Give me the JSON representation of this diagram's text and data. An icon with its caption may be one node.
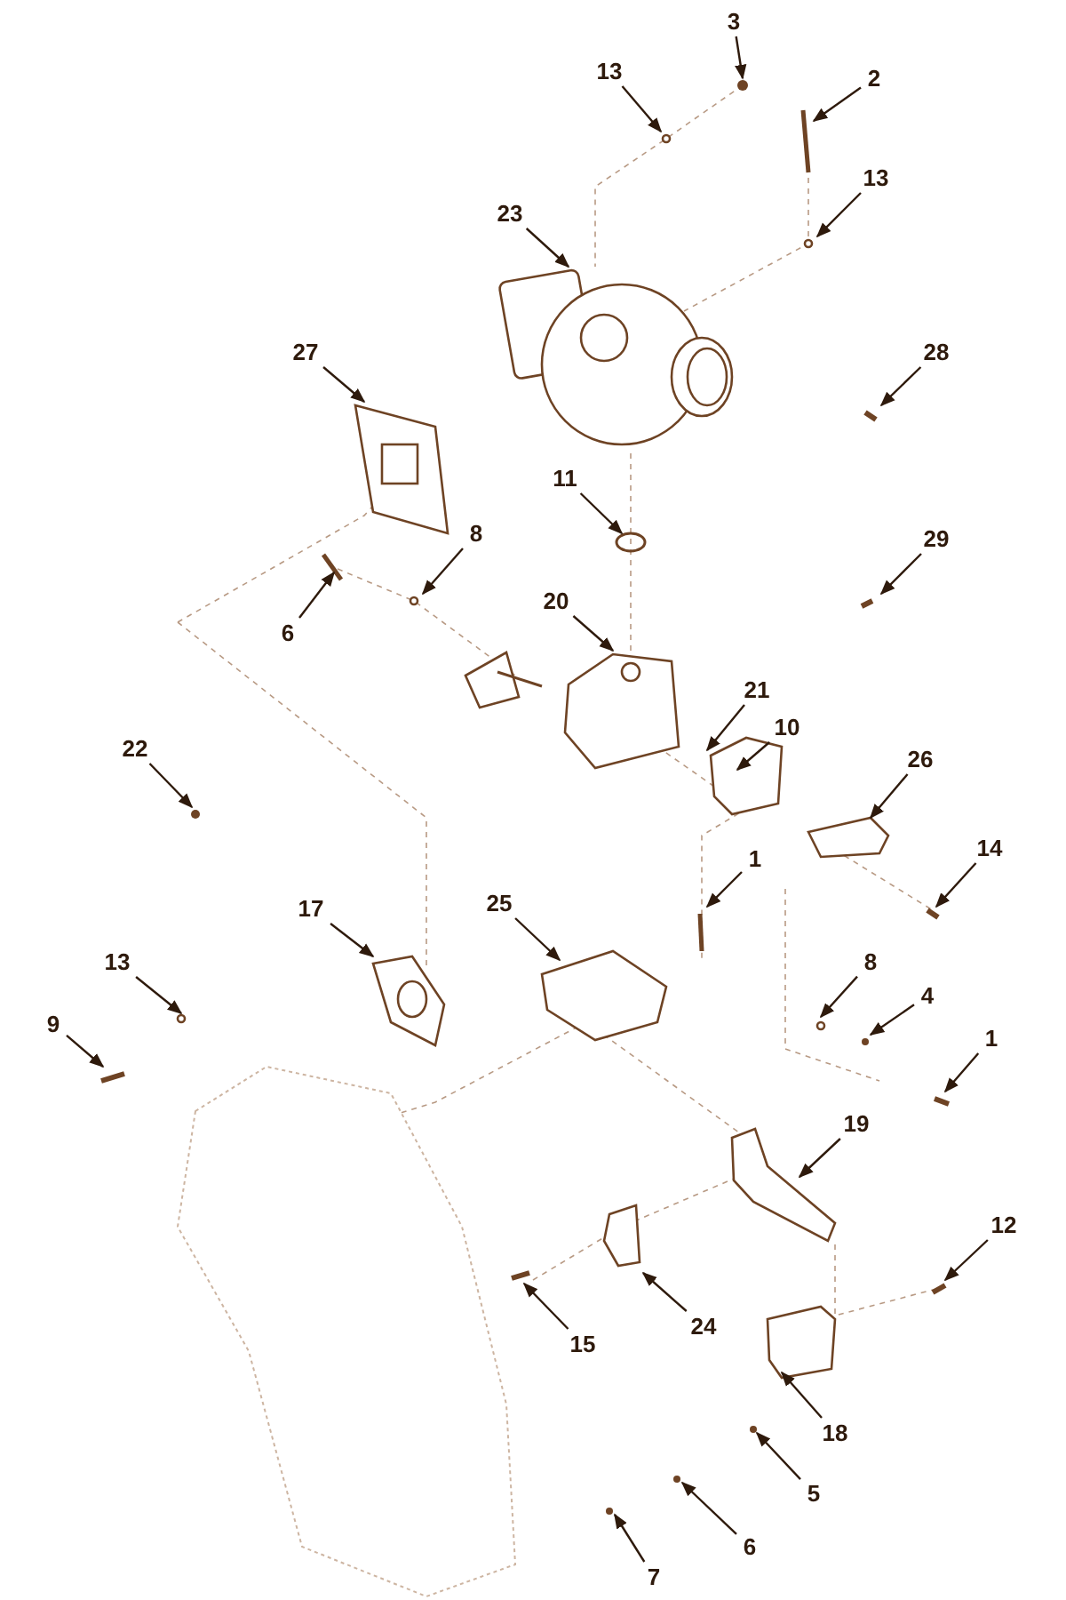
{
  "diagram": {
    "nodes": [
      {
        "text": [
          "3"
        ]
      },
      {
        "text": [
          "13"
        ]
      },
      {
        "text": [
          "2"
        ]
      },
      {
        "text": [
          "13"
        ]
      },
      {
        "text": [
          "23"
        ]
      },
      {
        "text": [
          "27"
        ]
      },
      {
        "text": [
          "28"
        ]
      },
      {
        "text": [
          "11"
        ]
      },
      {
        "text": [
          "8"
        ]
      },
      {
        "text": [
          "29"
        ]
      },
      {
        "text": [
          "20"
        ]
      },
      {
        "text": [
          "6"
        ]
      },
      {
        "text": [
          "21"
        ]
      },
      {
        "text": [
          "10"
        ]
      },
      {
        "text": [
          "22"
        ]
      },
      {
        "text": [
          "26"
        ]
      },
      {
        "text": [
          "14"
        ]
      },
      {
        "text": [
          "1"
        ]
      },
      {
        "text": [
          "25"
        ]
      },
      {
        "text": [
          "17"
        ]
      },
      {
        "text": [
          "13"
        ]
      },
      {
        "text": [
          "8"
        ]
      },
      {
        "text": [
          "4"
        ]
      },
      {
        "text": [
          "9"
        ]
      },
      {
        "text": [
          "1"
        ]
      },
      {
        "text": [
          "19"
        ]
      },
      {
        "text": [
          "12"
        ]
      },
      {
        "text": [
          "24"
        ]
      },
      {
        "text": [
          "15"
        ]
      },
      {
        "text": [
          "18"
        ]
      },
      {
        "text": [
          "5"
        ]
      },
      {
        "text": [
          "6"
        ]
      },
      {
        "text": [
          "7"
        ]
      }
    ],
    "edges": [
      {
        "from": 0,
        "to": null,
        "arrow": "to"
      },
      {
        "from": 1,
        "to": null,
        "arrow": "to"
      },
      {
        "from": 2,
        "to": null,
        "arrow": "to"
      },
      {
        "from": 3,
        "to": null,
        "arrow": "to"
      },
      {
        "from": 4,
        "to": null,
        "arrow": "to"
      },
      {
        "from": 5,
        "to": null,
        "arrow": "to"
      },
      {
        "from": 6,
        "to": null,
        "arrow": "to"
      },
      {
        "from": 7,
        "to": null,
        "arrow": "to"
      },
      {
        "from": 8,
        "to": null,
        "arrow": "to"
      },
      {
        "from": 9,
        "to": null,
        "arrow": "to"
      },
      {
        "from": 10,
        "to": null,
        "arrow": "to"
      },
      {
        "from": 11,
        "to": null,
        "arrow": "to"
      },
      {
        "from": 12,
        "to": null,
        "arrow": "to"
      },
      {
        "from": 13,
        "to": null,
        "arrow": "to"
      },
      {
        "from": 14,
        "to": null,
        "arrow": "to"
      },
      {
        "from": 15,
        "to": null,
        "arrow": "to"
      },
      {
        "from": 16,
        "to": null,
        "arrow": "to"
      },
      {
        "from": 17,
        "to": null,
        "arrow": "to"
      },
      {
        "from": 18,
        "to": null,
        "arrow": "to"
      },
      {
        "from": 19,
        "to": null,
        "arrow": "to"
      },
      {
        "from": 20,
        "to": null,
        "arrow": "to"
      },
      {
        "from": 21,
        "to": null,
        "arrow": "to"
      },
      {
        "from": 22,
        "to": null,
        "arrow": "to"
      },
      {
        "from": 23,
        "to": null,
        "arrow": "to"
      },
      {
        "from": 24,
        "to": null,
        "arrow": "to"
      },
      {
        "from": 25,
        "to": null,
        "arrow": "to"
      },
      {
        "from": 26,
        "to": null,
        "arrow": "to"
      },
      {
        "from": 27,
        "to": null,
        "arrow": "to"
      },
      {
        "from": 28,
        "to": null,
        "arrow": "to"
      },
      {
        "from": 29,
        "to": null,
        "arrow": "to"
      },
      {
        "from": 30,
        "to": null,
        "arrow": "to"
      },
      {
        "from": 31,
        "to": null,
        "arrow": "to"
      },
      {
        "from": 32,
        "to": null,
        "arrow": "to"
      }
    ]
  }
}
